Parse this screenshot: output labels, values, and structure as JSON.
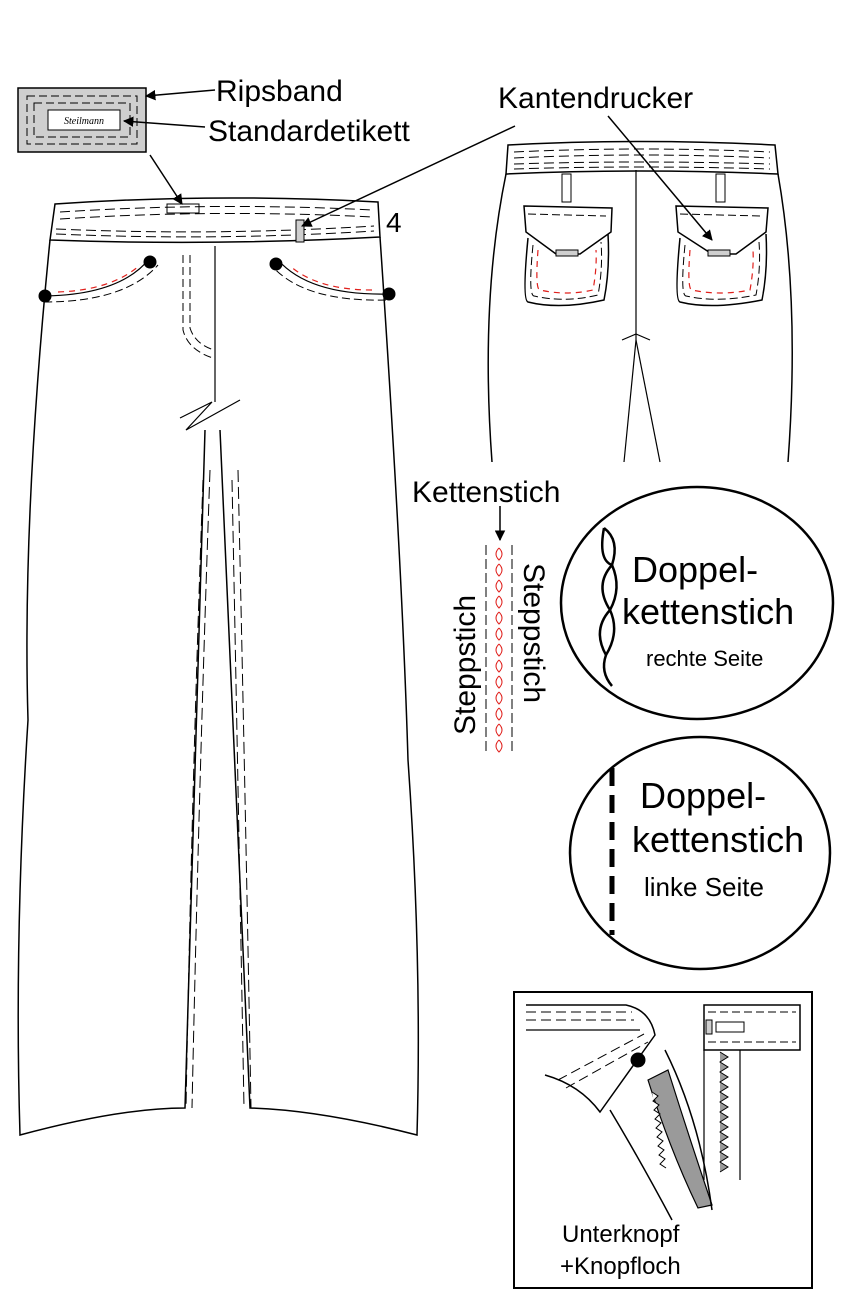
{
  "labels": {
    "ripsband": "Ripsband",
    "standardetikett": "Standardetikett",
    "brand": "Steilmann",
    "kantendrucker": "Kantendrucker",
    "number": "4",
    "kettenstich": "Kettenstich",
    "steppstich_left": "Steppstich",
    "steppstich_right": "Steppstich",
    "doppel_right_line1": "Doppel-",
    "doppel_right_line2": "kettenstich",
    "doppel_right_line3": "rechte Seite",
    "doppel_left_line1": "Doppel-",
    "doppel_left_line2": "kettenstich",
    "doppel_left_line3": "linke Seite",
    "unterknopf_line1": "Unterknopf",
    "unterknopf_line2": "+Knopfloch"
  },
  "colors": {
    "line": "#000000",
    "stitch_red": "#e0201c",
    "label_fill": "#cfcfcf",
    "zipper_fill": "#9a9a9a"
  }
}
